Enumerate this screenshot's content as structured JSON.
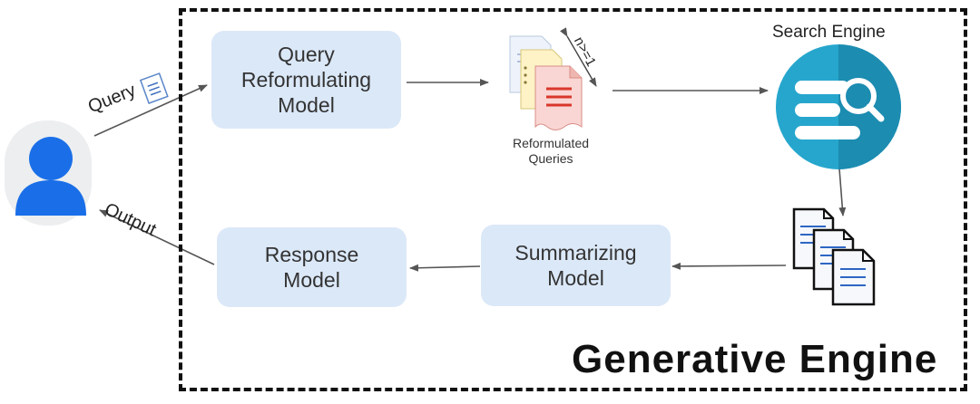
{
  "nodes": {
    "query_reformulating_model": "Query\nReformulating\nModel",
    "response_model": "Response\nModel",
    "summarizing_model": "Summarizing\nModel"
  },
  "labels": {
    "query": "Query",
    "output": "Output",
    "n_ge_1": "n>=1",
    "reformulated_queries": "Reformulated\nQueries",
    "search_engine": "Search Engine",
    "generative_engine": "Generative Engine"
  },
  "colors": {
    "box_fill": "#dbe8f8",
    "user_blue": "#1a6fe8",
    "user_bg": "#eceef0",
    "search_teal": "#26a6cd",
    "search_teal_dark": "#1c8cb1",
    "frame": "#111111"
  },
  "icons": {
    "user": "user-avatar-icon",
    "document": "document-icon",
    "search": "search-engine-icon",
    "documents": "documents-stack-icon"
  }
}
